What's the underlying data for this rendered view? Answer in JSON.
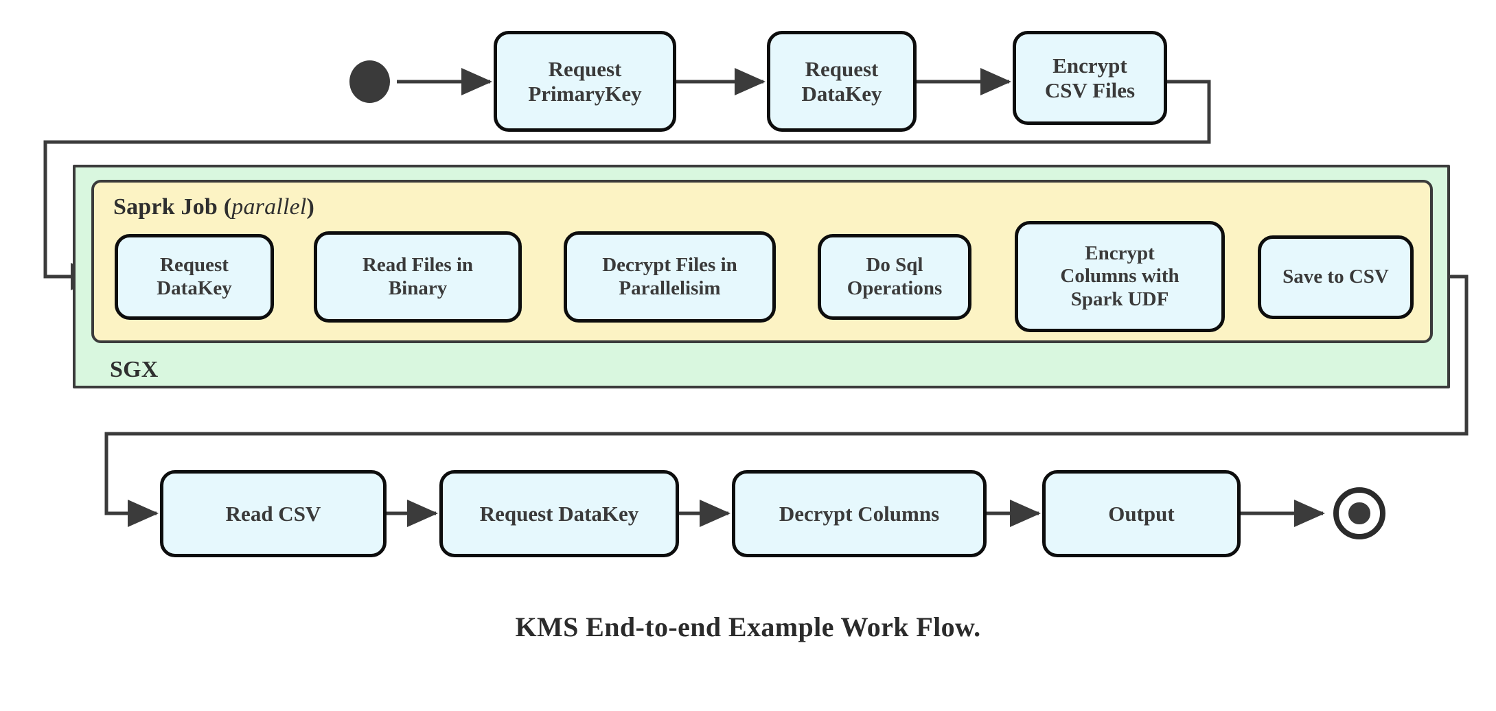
{
  "diagram": {
    "caption": "KMS End-to-end Example Work Flow.",
    "colors": {
      "node_fill": "#e6f8fd",
      "node_stroke": "#0d0d0d",
      "sgx_fill": "#d9f7df",
      "spark_fill": "#fcf3c4",
      "container_stroke": "#3b3b3b",
      "wire": "#3b3b3b",
      "text": "#3a3a3a"
    },
    "terminals": {
      "start_name": "start-node",
      "end_name": "end-node"
    },
    "containers": [
      {
        "id": "sgx",
        "label": "SGX",
        "label_italic": "",
        "label_suffix": ""
      },
      {
        "id": "spark-job",
        "label": "Saprk Job",
        "label_italic": "parallel",
        "label_open_paren": " (",
        "label_close_paren": ")"
      }
    ],
    "rows": [
      {
        "id": "top-row",
        "nodes": [
          {
            "id": "request-primarykey",
            "lines": [
              "Request",
              "PrimaryKey"
            ]
          },
          {
            "id": "request-datakey-top",
            "lines": [
              "Request",
              "DataKey"
            ]
          },
          {
            "id": "encrypt-csv-files",
            "lines": [
              "Encrypt",
              "CSV Files"
            ]
          }
        ]
      },
      {
        "id": "spark-row",
        "nodes": [
          {
            "id": "request-datakey-spark",
            "lines": [
              "Request",
              "DataKey"
            ]
          },
          {
            "id": "read-files-in-binary",
            "lines": [
              "Read Files in",
              "Binary"
            ]
          },
          {
            "id": "decrypt-files-in-parallelisim",
            "lines": [
              "Decrypt Files in",
              "Parallelisim"
            ]
          },
          {
            "id": "do-sql-operations",
            "lines": [
              "Do Sql",
              "Operations"
            ]
          },
          {
            "id": "encrypt-columns-with-spark-udf",
            "lines": [
              "Encrypt",
              "Columns with",
              "Spark UDF"
            ]
          },
          {
            "id": "save-to-csv",
            "lines": [
              "Save to CSV"
            ]
          }
        ]
      },
      {
        "id": "bottom-row",
        "nodes": [
          {
            "id": "read-csv",
            "lines": [
              "Read CSV"
            ]
          },
          {
            "id": "request-datakey-bottom",
            "lines": [
              "Request DataKey"
            ]
          },
          {
            "id": "decrypt-columns",
            "lines": [
              "Decrypt Columns"
            ]
          },
          {
            "id": "output",
            "lines": [
              "Output"
            ]
          }
        ]
      }
    ],
    "flow_sequence": [
      "start",
      "Request PrimaryKey",
      "Request DataKey",
      "Encrypt CSV Files",
      "Request DataKey",
      "Read Files in Binary",
      "Decrypt Files in Parallelisim",
      "Do Sql Operations",
      "Encrypt Columns with Spark UDF",
      "Save to CSV",
      "Read CSV",
      "Request DataKey",
      "Decrypt Columns",
      "Output",
      "end"
    ]
  }
}
